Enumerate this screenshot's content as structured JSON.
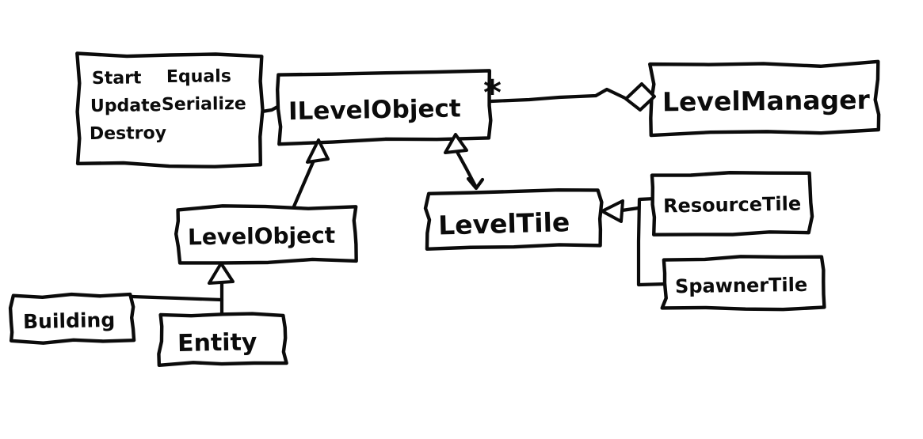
{
  "diagram": {
    "nodes": {
      "interface_methods_note": {
        "column1": [
          "Start",
          "Update",
          "Destroy"
        ],
        "column2": [
          "Equals",
          "Serialize"
        ]
      },
      "ilevel_object": {
        "label": "ILevelObject"
      },
      "level_manager": {
        "label": "LevelManager"
      },
      "level_object": {
        "label": "LevelObject"
      },
      "level_tile": {
        "label": "LevelTile"
      },
      "resource_tile": {
        "label": "ResourceTile"
      },
      "spawner_tile": {
        "label": "SpawnerTile"
      },
      "building": {
        "label": "Building"
      },
      "entity": {
        "label": "Entity"
      }
    },
    "edges": {
      "aggregation_multiplicity": "*"
    }
  }
}
